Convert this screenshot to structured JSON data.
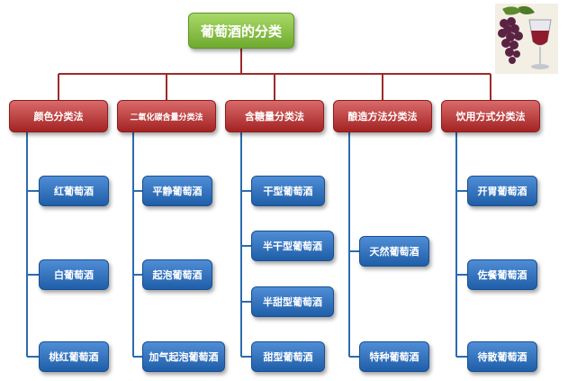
{
  "root": {
    "label": "葡萄酒的分类"
  },
  "categories": [
    {
      "label": "颜色分类法",
      "items": [
        "红葡萄酒",
        "白葡萄酒",
        "桃红葡萄酒"
      ]
    },
    {
      "label": "二氧化碳含量分类法",
      "items": [
        "平静葡萄酒",
        "起泡葡萄酒",
        "加气起泡葡萄酒"
      ]
    },
    {
      "label": "含糖量分类法",
      "items": [
        "干型葡萄酒",
        "半干型葡萄酒",
        "半甜型葡萄酒",
        "甜型葡萄酒"
      ]
    },
    {
      "label": "酿造方法分类法",
      "items": [
        "天然葡萄酒",
        "特种葡萄酒"
      ]
    },
    {
      "label": "饮用方式分类法",
      "items": [
        "开胃葡萄酒",
        "佐餐葡萄酒",
        "待散葡萄酒"
      ]
    }
  ],
  "colors": {
    "root": "#7cb83a",
    "category": "#b52e2e",
    "leaf": "#2e6fb8",
    "connector": "#9e2a2a",
    "leaf_connector": "#2b6cb0"
  },
  "icons": {
    "corner_image": "wine-grapes-glass-image"
  }
}
